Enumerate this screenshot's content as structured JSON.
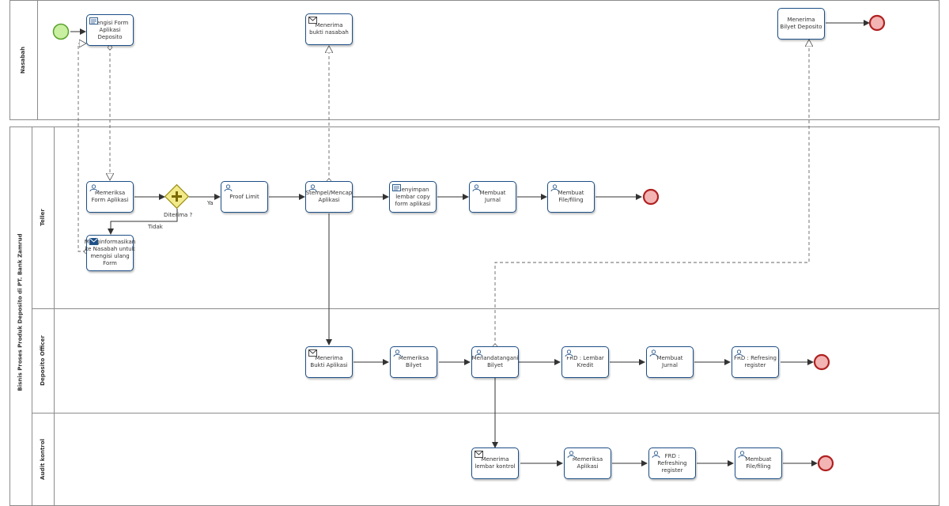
{
  "pools": {
    "nasabah": "Nasabah",
    "main": "Bisnis Proses Produk Deposito di PT. Bank Zamrud"
  },
  "lanes": {
    "teller": "Teller",
    "deposito_officer": "Deposito Officer",
    "audit_kontrol": "Audit kontrol"
  },
  "tasks": {
    "mengisi_form": "Mengisi Form Aplikasi Deposito",
    "menerima_bukti_nasabah": "Menerima bukti nasabah",
    "menerima_bilyet": "Menerima Bilyet Deposito",
    "memeriksa_form": "Memeriksa Form Aplikasi",
    "proof_limit": "Proof Limit",
    "stempel": "Stempel/Mencap Aplikasi",
    "menyimpan_copy": "Menyimpan lembar copy form aplikasi",
    "membuat_jurnal_teller": "Membuat Jurnal",
    "membuat_file_teller": "Membuat File/filing",
    "menginformasikan": "Menginformasikan ke Nasabah untuk mengisi ulang Form",
    "menerima_bukti_aplikasi": "Menerima Bukti Aplikasi",
    "memeriksa_bilyet": "Memeriksa Bilyet",
    "menandatangani": "Menandatangani Bilyet",
    "frd_lembar_kredit": "FRD : Lembar Kredit",
    "membuat_jurnal_do": "Membuat Jurnal",
    "frd_refresing": "FRD : Refresing register",
    "menerima_lembar_kontrol": "Menerima lembar kontrol",
    "memeriksa_aplikasi": "Memeriksa Aplikasi",
    "frd_refreshing": "FRD : Refreshing register",
    "membuat_file_audit": "Membuat File/filing"
  },
  "gateway": {
    "question": "Diterima ?",
    "yes": "Ya",
    "no": "Tidak"
  },
  "colors": {
    "task_border": "#1d4f86",
    "start_fill": "#c8f0a0",
    "start_stroke": "#5aa02c",
    "end_fill": "#f3b4b4",
    "end_stroke": "#b02020",
    "gateway_fill": "#f2ea8a",
    "gateway_stroke": "#9a8c10"
  },
  "icons": {
    "user_task": "user-task-icon",
    "receive_task": "receive-task-icon",
    "send_task": "send-task-icon",
    "form_task": "form-task-icon"
  }
}
